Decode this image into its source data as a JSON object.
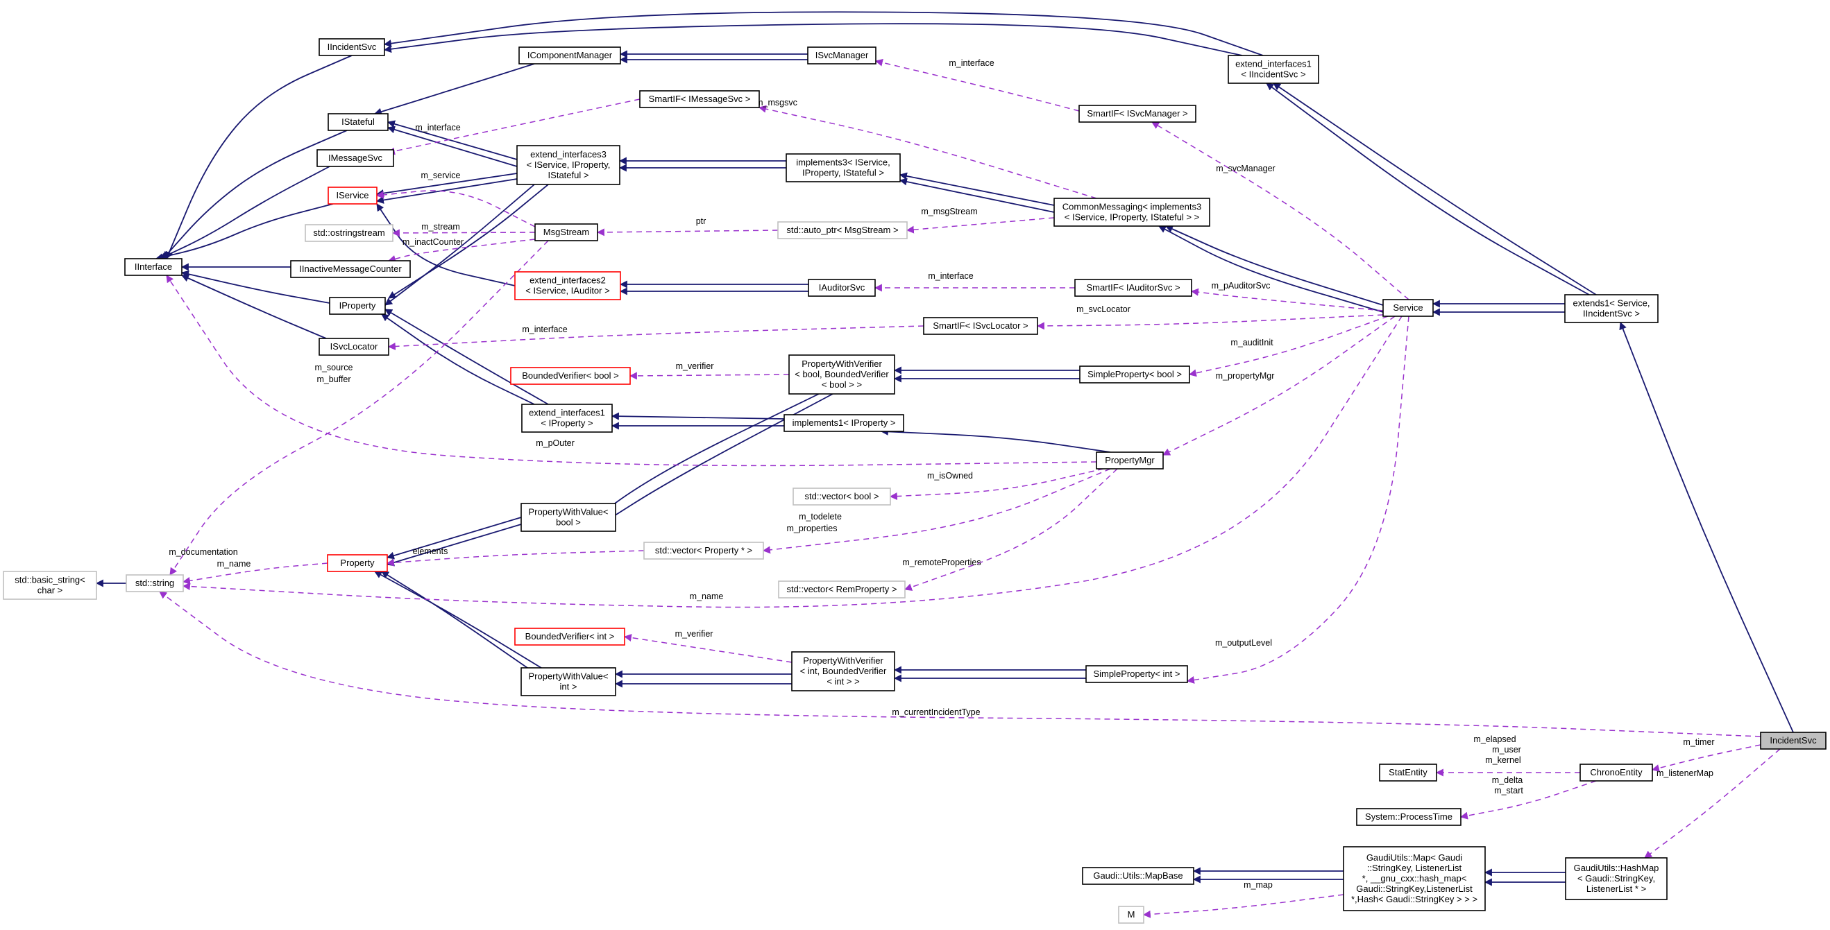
{
  "colors": {
    "inheritance_edge": "#191970",
    "usage_edge": "#9a32cd",
    "truncated_node_border": "#ff0000",
    "external_node_border": "#bfbfbf",
    "focus_node_fill": "#bfbfbf"
  },
  "nodes": [
    {
      "id": "IIncidentSvc",
      "lines": [
        "IIncidentSvc"
      ],
      "kind": "normal"
    },
    {
      "id": "IComponentManager",
      "lines": [
        "IComponentManager"
      ],
      "kind": "normal"
    },
    {
      "id": "ISvcManager",
      "lines": [
        "ISvcManager"
      ],
      "kind": "normal"
    },
    {
      "id": "extend_interfaces1_IIncidentSvc",
      "lines": [
        "extend_interfaces1",
        "< IIncidentSvc >"
      ],
      "kind": "normal"
    },
    {
      "id": "SmartIF_IMessageSvc",
      "lines": [
        "SmartIF< IMessageSvc >"
      ],
      "kind": "normal"
    },
    {
      "id": "SmartIF_ISvcManager",
      "lines": [
        "SmartIF< ISvcManager >"
      ],
      "kind": "normal"
    },
    {
      "id": "IStateful",
      "lines": [
        "IStateful"
      ],
      "kind": "normal"
    },
    {
      "id": "IMessageSvc",
      "lines": [
        "IMessageSvc"
      ],
      "kind": "normal"
    },
    {
      "id": "extend_interfaces3",
      "lines": [
        "extend_interfaces3",
        "< IService, IProperty,",
        "IStateful >"
      ],
      "kind": "normal"
    },
    {
      "id": "implements3",
      "lines": [
        "implements3< IService,",
        "IProperty, IStateful >"
      ],
      "kind": "normal"
    },
    {
      "id": "IService",
      "lines": [
        "IService"
      ],
      "kind": "trunc"
    },
    {
      "id": "CommonMessaging",
      "lines": [
        "CommonMessaging< implements3",
        "< IService, IProperty, IStateful > >"
      ],
      "kind": "normal"
    },
    {
      "id": "std_ostringstream",
      "lines": [
        "std::ostringstream"
      ],
      "kind": "ext"
    },
    {
      "id": "MsgStream",
      "lines": [
        "MsgStream"
      ],
      "kind": "normal"
    },
    {
      "id": "std_auto_ptr_MsgStream",
      "lines": [
        "std::auto_ptr< MsgStream >"
      ],
      "kind": "ext"
    },
    {
      "id": "IInterface",
      "lines": [
        "IInterface"
      ],
      "kind": "normal"
    },
    {
      "id": "IInactiveMessageCounter",
      "lines": [
        "IInactiveMessageCounter"
      ],
      "kind": "normal"
    },
    {
      "id": "extend_interfaces2",
      "lines": [
        "extend_interfaces2",
        "< IService, IAuditor >"
      ],
      "kind": "trunc"
    },
    {
      "id": "IAuditorSvc",
      "lines": [
        "IAuditorSvc"
      ],
      "kind": "normal"
    },
    {
      "id": "SmartIF_IAuditorSvc",
      "lines": [
        "SmartIF< IAuditorSvc >"
      ],
      "kind": "normal"
    },
    {
      "id": "Service",
      "lines": [
        "Service"
      ],
      "kind": "normal"
    },
    {
      "id": "extends1",
      "lines": [
        "extends1< Service,",
        "IIncidentSvc >"
      ],
      "kind": "normal"
    },
    {
      "id": "IProperty",
      "lines": [
        "IProperty"
      ],
      "kind": "normal"
    },
    {
      "id": "ISvcLocator",
      "lines": [
        "ISvcLocator"
      ],
      "kind": "normal"
    },
    {
      "id": "SmartIF_ISvcLocator",
      "lines": [
        "SmartIF< ISvcLocator >"
      ],
      "kind": "normal"
    },
    {
      "id": "BoundedVerifier_bool",
      "lines": [
        "BoundedVerifier< bool >"
      ],
      "kind": "trunc"
    },
    {
      "id": "PropertyWithVerifier_bool",
      "lines": [
        "PropertyWithVerifier",
        "< bool, BoundedVerifier",
        "< bool > >"
      ],
      "kind": "normal"
    },
    {
      "id": "SimpleProperty_bool",
      "lines": [
        "SimpleProperty< bool >"
      ],
      "kind": "normal"
    },
    {
      "id": "extend_interfaces1_IProperty",
      "lines": [
        "extend_interfaces1",
        "< IProperty >"
      ],
      "kind": "normal"
    },
    {
      "id": "implements1_IProperty",
      "lines": [
        "implements1< IProperty >"
      ],
      "kind": "normal"
    },
    {
      "id": "PropertyMgr",
      "lines": [
        "PropertyMgr"
      ],
      "kind": "normal"
    },
    {
      "id": "std_vector_bool",
      "lines": [
        "std::vector< bool >"
      ],
      "kind": "ext"
    },
    {
      "id": "PropertyWithValue_bool",
      "lines": [
        "PropertyWithValue<",
        "bool >"
      ],
      "kind": "normal"
    },
    {
      "id": "std_vector_Property_ptr",
      "lines": [
        "std::vector< Property * >"
      ],
      "kind": "ext"
    },
    {
      "id": "std_basic_string",
      "lines": [
        "std::basic_string<",
        "char >"
      ],
      "kind": "ext"
    },
    {
      "id": "std_string",
      "lines": [
        "std::string"
      ],
      "kind": "ext"
    },
    {
      "id": "Property",
      "lines": [
        "Property"
      ],
      "kind": "trunc"
    },
    {
      "id": "std_vector_RemProperty",
      "lines": [
        "std::vector< RemProperty >"
      ],
      "kind": "ext"
    },
    {
      "id": "BoundedVerifier_int",
      "lines": [
        "BoundedVerifier< int >"
      ],
      "kind": "trunc"
    },
    {
      "id": "PropertyWithVerifier_int",
      "lines": [
        "PropertyWithVerifier",
        "< int, BoundedVerifier",
        "< int > >"
      ],
      "kind": "normal"
    },
    {
      "id": "SimpleProperty_int",
      "lines": [
        "SimpleProperty< int >"
      ],
      "kind": "normal"
    },
    {
      "id": "PropertyWithValue_int",
      "lines": [
        "PropertyWithValue<",
        "int >"
      ],
      "kind": "normal"
    },
    {
      "id": "IncidentSvc",
      "lines": [
        "IncidentSvc"
      ],
      "kind": "focus"
    },
    {
      "id": "StatEntity",
      "lines": [
        "StatEntity"
      ],
      "kind": "normal"
    },
    {
      "id": "ChronoEntity",
      "lines": [
        "ChronoEntity"
      ],
      "kind": "normal"
    },
    {
      "id": "System_ProcessTime",
      "lines": [
        "System::ProcessTime"
      ],
      "kind": "normal"
    },
    {
      "id": "Gaudi_Utils_MapBase",
      "lines": [
        "Gaudi::Utils::MapBase"
      ],
      "kind": "normal"
    },
    {
      "id": "GaudiUtils_Map",
      "lines": [
        "GaudiUtils::Map< Gaudi",
        "::StringKey, ListenerList",
        "*, __gnu_cxx::hash_map<",
        "Gaudi::StringKey,ListenerList",
        "*,Hash< Gaudi::StringKey > > >"
      ],
      "kind": "normal"
    },
    {
      "id": "GaudiUtils_HashMap",
      "lines": [
        "GaudiUtils::HashMap",
        "< Gaudi::StringKey,",
        "ListenerList * >"
      ],
      "kind": "normal"
    },
    {
      "id": "M",
      "lines": [
        "M"
      ],
      "kind": "ext"
    }
  ],
  "edge_labels": [
    {
      "id": "lbl_m_interface_svcmgr",
      "text": "m_interface"
    },
    {
      "id": "lbl_m_msgsvc",
      "text": "m_msgsvc"
    },
    {
      "id": "lbl_m_interface_msgsvc",
      "text": "m_interface"
    },
    {
      "id": "lbl_m_service",
      "text": "m_service"
    },
    {
      "id": "lbl_m_svcManager",
      "text": "m_svcManager"
    },
    {
      "id": "lbl_m_stream",
      "text": "m_stream"
    },
    {
      "id": "lbl_ptr",
      "text": "ptr"
    },
    {
      "id": "lbl_m_msgStream",
      "text": "m_msgStream"
    },
    {
      "id": "lbl_m_inactCounter",
      "text": "m_inactCounter"
    },
    {
      "id": "lbl_m_interface_auditor",
      "text": "m_interface"
    },
    {
      "id": "lbl_m_pAuditorSvc",
      "text": "m_pAuditorSvc"
    },
    {
      "id": "lbl_m_svcLocator",
      "text": "m_svcLocator"
    },
    {
      "id": "lbl_m_interface_locator",
      "text": "m_interface"
    },
    {
      "id": "lbl_m_source",
      "text": "m_source"
    },
    {
      "id": "lbl_m_buffer",
      "text": "m_buffer"
    },
    {
      "id": "lbl_m_verifier_bool",
      "text": "m_verifier"
    },
    {
      "id": "lbl_m_auditInit",
      "text": "m_auditInit"
    },
    {
      "id": "lbl_m_propertyMgr",
      "text": "m_propertyMgr"
    },
    {
      "id": "lbl_m_pOuter",
      "text": "m_pOuter"
    },
    {
      "id": "lbl_m_isOwned",
      "text": "m_isOwned"
    },
    {
      "id": "lbl_m_todelete",
      "text": "m_todelete"
    },
    {
      "id": "lbl_m_properties",
      "text": "m_properties"
    },
    {
      "id": "lbl_m_documentation",
      "text": "m_documentation"
    },
    {
      "id": "lbl_m_name_prop",
      "text": "m_name"
    },
    {
      "id": "lbl_elements",
      "text": "elements"
    },
    {
      "id": "lbl_m_remoteProperties",
      "text": "m_remoteProperties"
    },
    {
      "id": "lbl_m_name_service",
      "text": "m_name"
    },
    {
      "id": "lbl_m_verifier_int",
      "text": "m_verifier"
    },
    {
      "id": "lbl_m_outputLevel",
      "text": "m_outputLevel"
    },
    {
      "id": "lbl_m_currentIncidentType",
      "text": "m_currentIncidentType"
    },
    {
      "id": "lbl_m_elapsed",
      "text": "m_elapsed"
    },
    {
      "id": "lbl_m_user",
      "text": "m_user"
    },
    {
      "id": "lbl_m_kernel",
      "text": "m_kernel"
    },
    {
      "id": "lbl_m_timer",
      "text": "m_timer"
    },
    {
      "id": "lbl_m_delta",
      "text": "m_delta"
    },
    {
      "id": "lbl_m_start",
      "text": "m_start"
    },
    {
      "id": "lbl_m_listenerMap",
      "text": "m_listenerMap"
    },
    {
      "id": "lbl_m_map",
      "text": "m_map"
    }
  ]
}
